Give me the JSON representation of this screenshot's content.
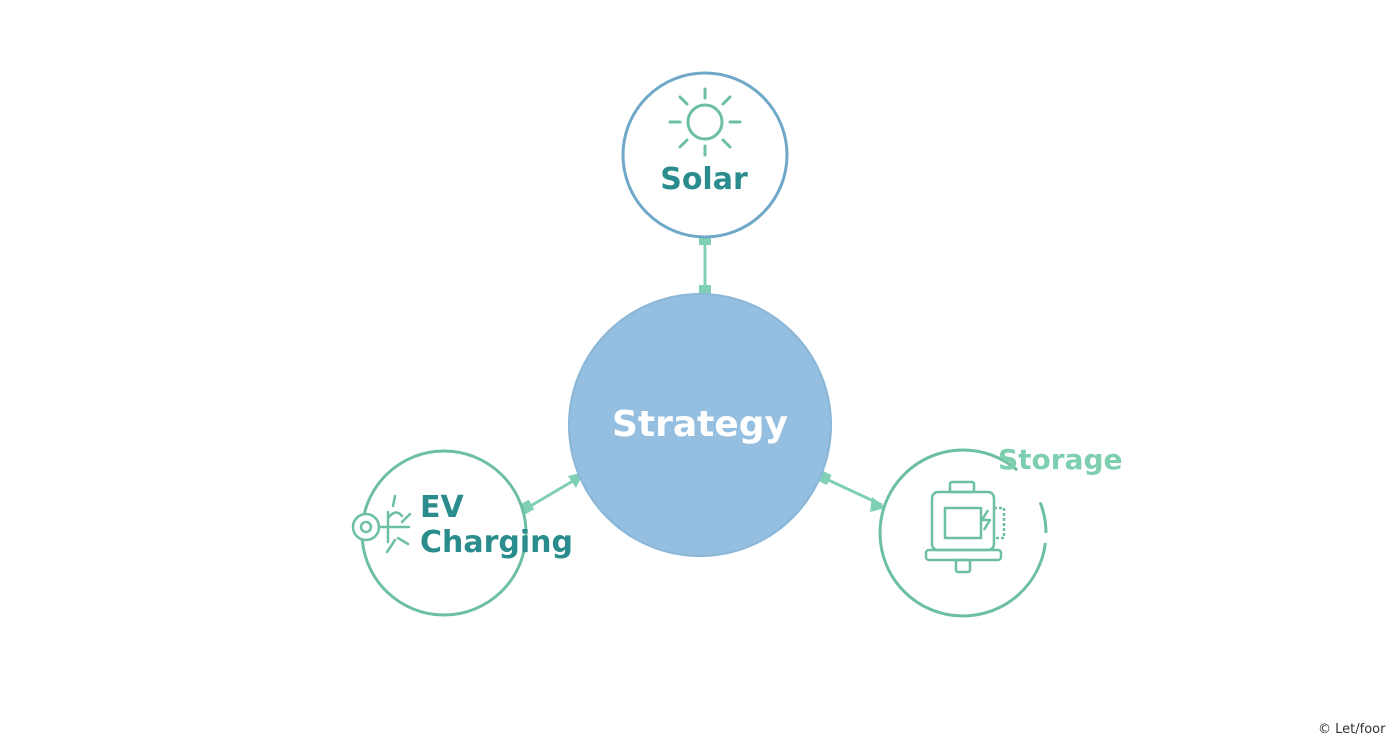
{
  "diagram": {
    "center": {
      "label": "Strategy",
      "icon": "none"
    },
    "nodes": [
      {
        "label": "Solar",
        "icon": "sun-icon"
      },
      {
        "label": "EV",
        "label2": "Charging",
        "icon": "ev-charger-icon"
      },
      {
        "label": "Storage",
        "icon": "battery-icon"
      }
    ]
  },
  "credit": {
    "icon": "copyright-icon",
    "text": "Let/foor"
  },
  "colors": {
    "center_fill": "#95bfe0",
    "teal_text": "#2a8c8c",
    "mint": "#6fcaa8",
    "solar_ring": "#6fa8c8",
    "ring": "#6cc0a0"
  }
}
